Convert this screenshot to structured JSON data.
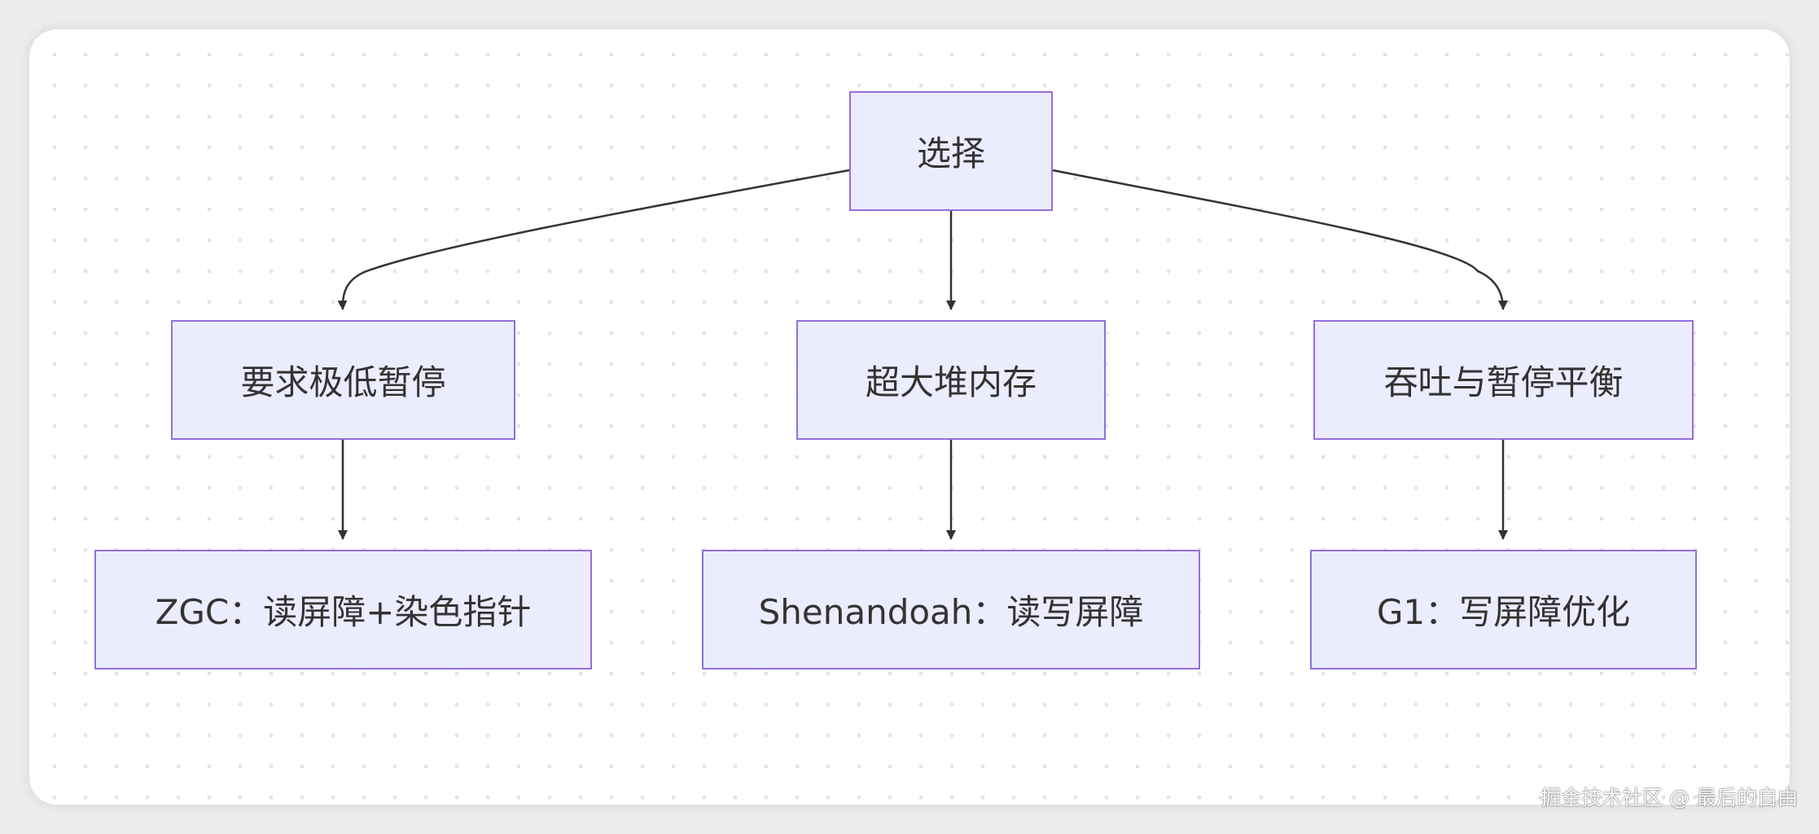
{
  "diagram": {
    "nodes": {
      "root": "选择",
      "low_pause": "要求极低暂停",
      "large_heap": "超大堆内存",
      "balance": "吞吐与暂停平衡",
      "zgc": "ZGC：读屏障+染色指针",
      "shenandoah": "Shenandoah：读写屏障",
      "g1": "G1：写屏障优化"
    },
    "edges": [
      {
        "from": "root",
        "to": "low_pause"
      },
      {
        "from": "root",
        "to": "large_heap"
      },
      {
        "from": "root",
        "to": "balance"
      },
      {
        "from": "low_pause",
        "to": "zgc"
      },
      {
        "from": "large_heap",
        "to": "shenandoah"
      },
      {
        "from": "balance",
        "to": "g1"
      }
    ],
    "colors": {
      "node_fill": "#ececff",
      "node_border": "#9370db",
      "edge": "#333333",
      "text": "#333333"
    }
  },
  "watermark": "掘金技术社区 @ 最后的自由"
}
